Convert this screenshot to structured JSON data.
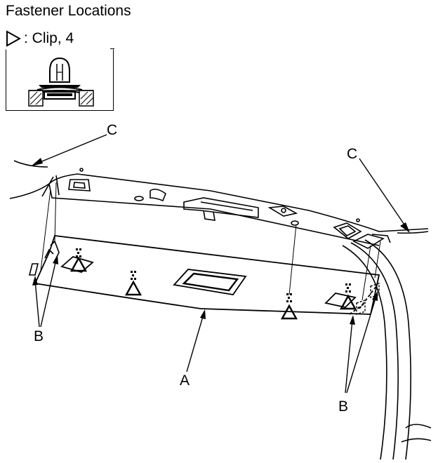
{
  "header": {
    "title": "Fastener Locations"
  },
  "legend": {
    "symbol": "triangle-clip-icon",
    "text": ": Clip, 4"
  },
  "callouts": {
    "a": "A",
    "b_left": "B",
    "b_right": "B",
    "c_left": "C",
    "c_right": "C"
  }
}
